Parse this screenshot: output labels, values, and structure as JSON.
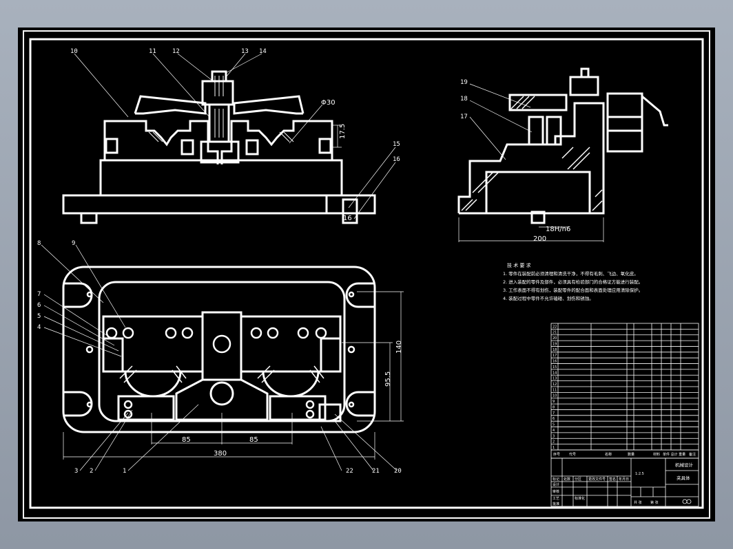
{
  "callouts_front": [
    "10",
    "11",
    "12",
    "13",
    "14",
    "15",
    "16"
  ],
  "callouts_top_left": [
    "8",
    "9",
    "7",
    "6",
    "5",
    "4"
  ],
  "callouts_bottom": [
    "3",
    "2",
    "1",
    "22",
    "21",
    "20"
  ],
  "callouts_side": [
    "19",
    "18",
    "17"
  ],
  "dims": {
    "d30": "Φ30",
    "h17": "17.5",
    "s16": "16",
    "fit": "18H/n6",
    "w200": "200",
    "w140": "140",
    "w95": "95.5",
    "w85a": "85",
    "w85b": "85",
    "w380": "380"
  },
  "notes": {
    "title": "技 术 要 求",
    "lines": [
      "1. 零件在装配前必须清理和清洗干净，不得有毛刺、飞边、氧化皮。",
      "2. 进入装配的零件及部件，必须具有检验部门的合格证方能进行装配。",
      "3. 工作表面不得有划伤，装配零件的配合面和表面处理应用清除保护。",
      "4. 装配过程中零件不允许磕碰、划伤和锈蚀。"
    ]
  },
  "bom_rows": [
    "22",
    "21",
    "20",
    "19",
    "18",
    "17",
    "16",
    "15",
    "14",
    "13",
    "12",
    "11",
    "10",
    "9",
    "8",
    "7",
    "6",
    "5",
    "4",
    "3",
    "2",
    "1"
  ],
  "title_block": {
    "header_cols": [
      "序号",
      "代号",
      "名称",
      "数量",
      "材料",
      "单件 总计 重量",
      "备注"
    ],
    "scale": "1:2.5",
    "drawing_name": "夹具体",
    "company": "机械设计",
    "sign": [
      "标记",
      "处数",
      "分区",
      "更改文件号",
      "签名",
      "年月日"
    ],
    "roles": [
      "设计",
      "审核",
      "工艺",
      "标准化",
      "批准"
    ],
    "sheet": [
      "共 张",
      "第 张"
    ]
  }
}
